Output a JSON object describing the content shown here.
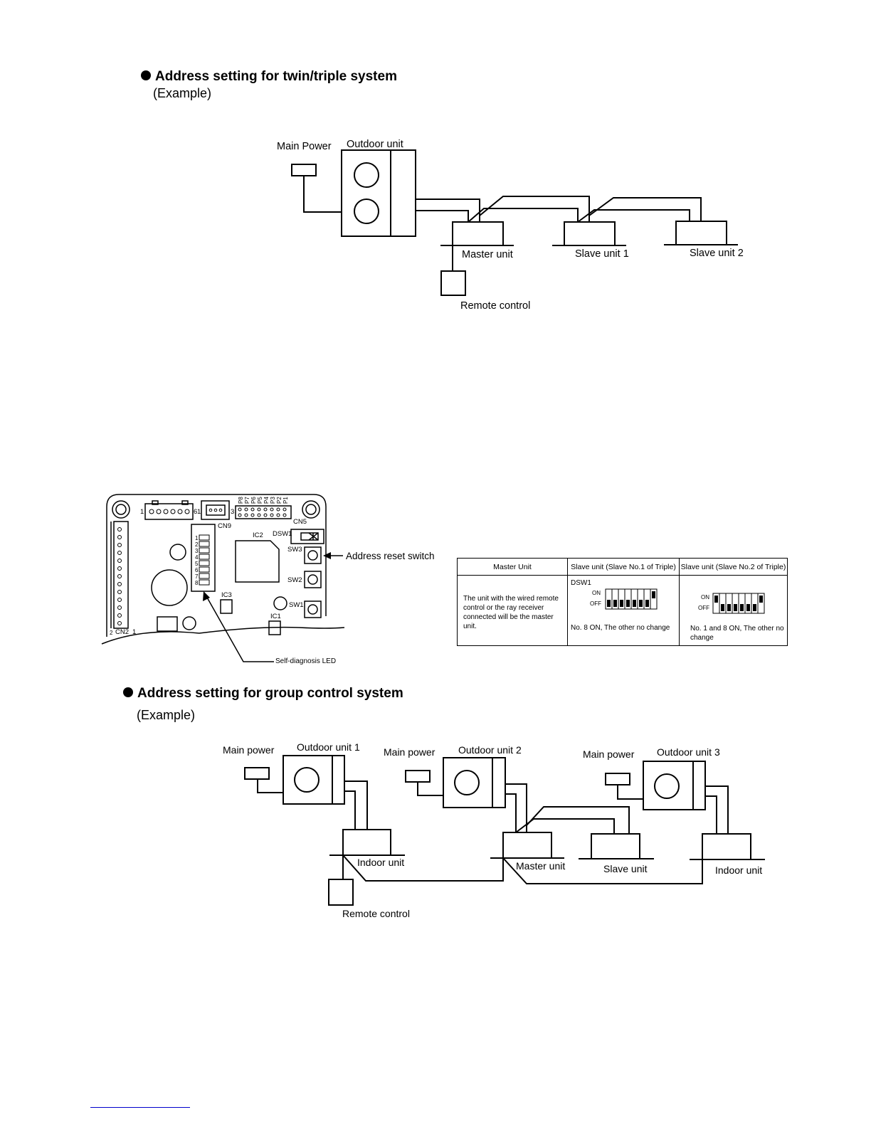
{
  "section1": {
    "heading": "Address setting for twin/triple system",
    "example": "(Example)",
    "labels": {
      "main_power": "Main Power",
      "outdoor_unit": "Outdoor unit",
      "master_unit": "Master unit",
      "slave_unit_1": "Slave unit 1",
      "slave_unit_2": "Slave unit 2",
      "remote_control": "Remote control"
    }
  },
  "pcb": {
    "labels": {
      "cn9": "CN9",
      "cn5": "CN5",
      "ic2": "IC2",
      "dsw1": "DSW1",
      "sw3": "SW3",
      "sw2": "SW2",
      "sw1": "SW1",
      "ic3": "IC3",
      "ic1": "IC1",
      "cn2": "CN2",
      "cn2_pin": "1",
      "cn2_pin2": "2",
      "conn_left_1": "1",
      "conn_left_6": "6",
      "conn_9_1": "1",
      "conn_9_3": "3",
      "pins": [
        "P8",
        "P7",
        "P6",
        "P5",
        "P4",
        "P3",
        "P2",
        "P1"
      ],
      "led_numbers": [
        "1",
        "2",
        "3",
        "4",
        "5",
        "6",
        "7",
        "8"
      ],
      "address_reset_switch": "Address reset switch",
      "self_diagnosis_led": "Self-diagnosis LED"
    }
  },
  "dsw_table": {
    "headers": [
      "Master Unit",
      "Slave unit (Slave No.1 of Triple)",
      "Slave unit (Slave No.2 of Triple)"
    ],
    "master_text": "The unit with the wired remote control or the ray receiver connected will be the master unit.",
    "slave1_title": "DSW1",
    "on_label": "ON",
    "off_label": "OFF",
    "slave1_text": "No. 8 ON, The other no change",
    "slave2_text": "No. 1 and 8 ON, The other no change",
    "slave1_on_switches": [
      8
    ],
    "slave2_on_switches": [
      1,
      8
    ]
  },
  "section2": {
    "heading": "Address setting for group control system",
    "example": "(Example)",
    "labels": {
      "main_power_1": "Main power",
      "outdoor_unit_1": "Outdoor unit 1",
      "main_power_2": "Main power",
      "outdoor_unit_2": "Outdoor unit 2",
      "main_power_3": "Main power",
      "outdoor_unit_3": "Outdoor unit 3",
      "indoor_unit_1": "Indoor unit",
      "master_unit": "Master unit",
      "slave_unit": "Slave unit",
      "indoor_unit_3": "Indoor unit",
      "remote_control": "Remote control"
    }
  }
}
